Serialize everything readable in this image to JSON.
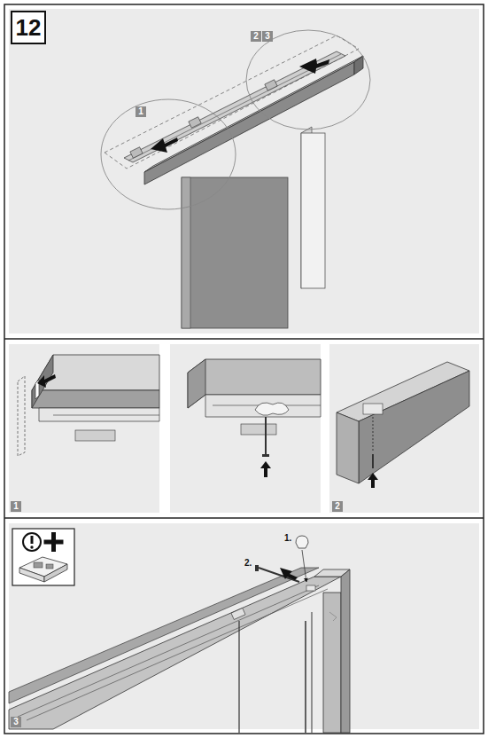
{
  "diagram": {
    "nodes": [
      {
        "text": [
          "12"
        ]
      },
      {
        "text": [
          "2"
        ]
      },
      {
        "text": [
          "3"
        ]
      },
      {
        "text": [
          "1"
        ]
      },
      {
        "text": [
          "1"
        ]
      },
      {
        "text": [
          "2"
        ]
      },
      {
        "text": [
          "3"
        ]
      }
    ],
    "labels": [
      "1.",
      "2."
    ]
  }
}
